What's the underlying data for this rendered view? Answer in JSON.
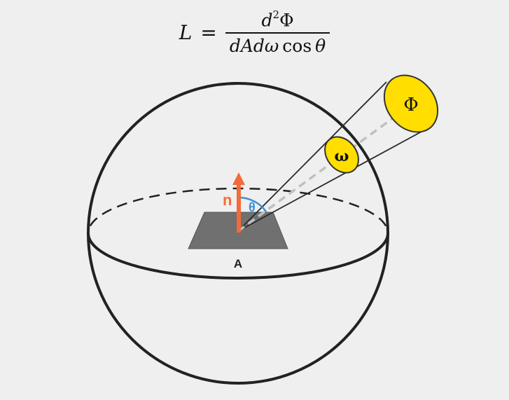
{
  "formula": {
    "lhs": "L",
    "equals": "=",
    "numerator": {
      "d": "d",
      "exp": "2",
      "phi": "Φ"
    },
    "denominator": {
      "main": "dAdω",
      "cos": "cos",
      "theta": "θ"
    }
  },
  "diagram": {
    "labels": {
      "normal": "n",
      "angle": "θ",
      "area": "A",
      "solid_angle": "ω",
      "flux": "Φ"
    },
    "colors": {
      "background": "#efefef",
      "sphere_stroke": "#222222",
      "surface_patch": "#707070",
      "normal_arrow": "#f26b3a",
      "angle_arc": "#3b8fd4",
      "ellipse_fill": "#ffde00",
      "ellipse_stroke": "#333333",
      "center_ray": "#c0c0c0"
    }
  }
}
